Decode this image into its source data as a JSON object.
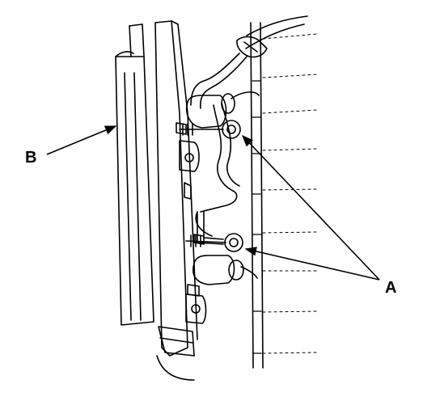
{
  "callouts": {
    "a": "A",
    "b": "B"
  },
  "colors": {
    "ink": "#000000",
    "paper": "#ffffff",
    "hatch": "#9a9a9a"
  },
  "icons": {
    "arrow": "leader-arrow",
    "fastener": "bolt-icon"
  }
}
